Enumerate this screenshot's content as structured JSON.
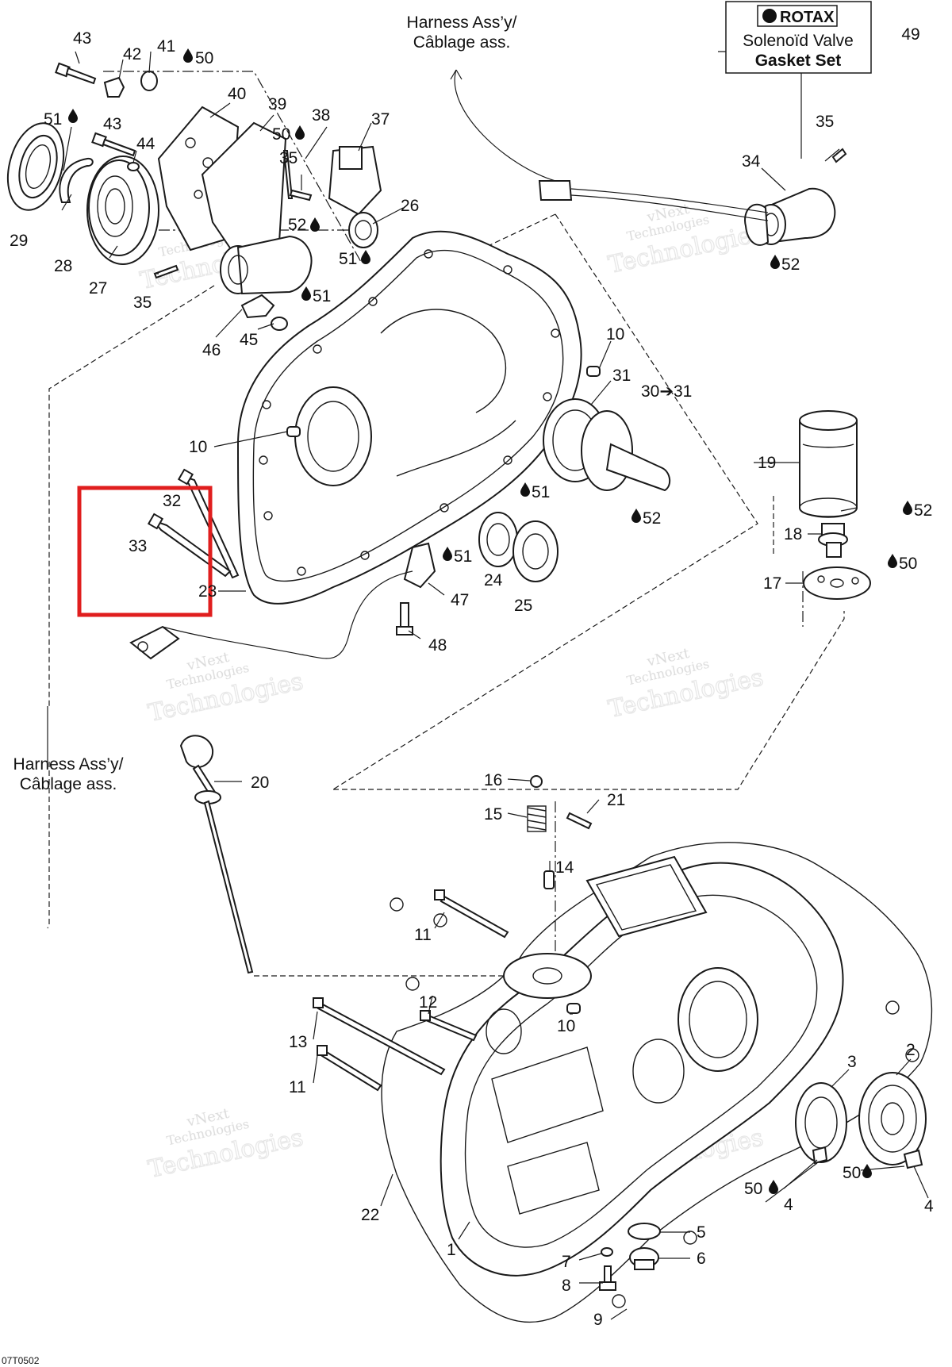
{
  "rotax_box": {
    "brand": "ROTAX",
    "line1": "Solenoïd Valve",
    "line2": "Gasket Set",
    "ref": "49"
  },
  "harness_labels": [
    {
      "line1": "Harness Ass’y/",
      "line2": "Câblage ass."
    },
    {
      "line1": "Harness Ass’y/",
      "line2": "Câblage ass."
    }
  ],
  "watermark": {
    "line1": "vNext",
    "line2": "Technologies"
  },
  "figure_code": "07T0502",
  "highlight": {
    "color": "#e01e1e",
    "parts": [
      "32",
      "33"
    ]
  },
  "callouts": {
    "c43a": "43",
    "c42": "42",
    "c41": "41",
    "c50a": "50",
    "c51a": "51",
    "c43b": "43",
    "c44": "44",
    "c40": "40",
    "c39": "39",
    "c38": "38",
    "c37": "37",
    "c50b": "50",
    "c35a": "35",
    "c52a": "52",
    "c26": "26",
    "c51b": "51",
    "c29": "29",
    "c28": "28",
    "c27": "27",
    "c35b": "35",
    "c46": "46",
    "c45": "45",
    "c51c": "51",
    "c35c": "35",
    "c34": "34",
    "c52b": "52",
    "c10a": "10",
    "c31": "31",
    "c30": "30➔31",
    "c10b": "10",
    "c19": "19",
    "c52c": "52",
    "c18": "18",
    "c50c": "50",
    "c17": "17",
    "c32": "32",
    "c33": "33",
    "c23": "23",
    "c51d": "51",
    "c52d": "52",
    "c51e": "51",
    "c24": "24",
    "c25": "25",
    "c47": "47",
    "c48": "48",
    "c20": "20",
    "c16": "16",
    "c15": "15",
    "c21": "21",
    "c14": "14",
    "c11a": "11",
    "c12": "12",
    "c10c": "10",
    "c13": "13",
    "c11b": "11",
    "c3": "3",
    "c2": "2",
    "c50d": "50",
    "c50e": "50",
    "c4a": "4",
    "c4b": "4",
    "c22": "22",
    "c1": "1",
    "c5": "5",
    "c7": "7",
    "c6": "6",
    "c8": "8",
    "c9": "9"
  }
}
